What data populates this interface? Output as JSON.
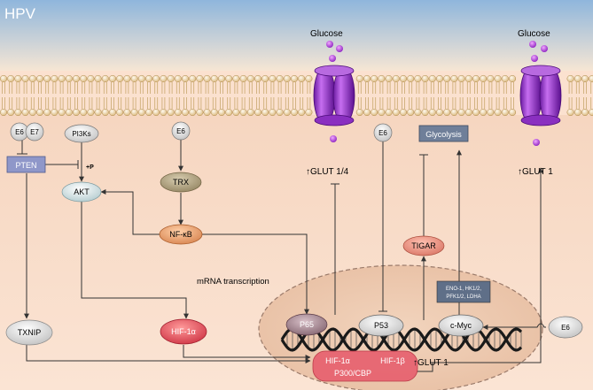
{
  "title": "HPV",
  "glucose": [
    "Glucose",
    "Glucose"
  ],
  "labels": {
    "glut14": "↑GLUT 1/4",
    "glut1_top": "↑GLUT 1",
    "glut1_nucleus": "↑GLUT 1",
    "mrna": "mRNA transcription",
    "plus_p": "+P",
    "enzymes_line1": "ENO-1, HK1/2,",
    "enzymes_line2": "PFK1/2, LDHA"
  },
  "nodes": {
    "e6_a": "E6",
    "e7": "E7",
    "pi3ks": "PI3Ks",
    "e6_b": "E6",
    "e6_c": "E6",
    "e6_d": "E6",
    "pten": "PTEN",
    "akt": "AKT",
    "trx": "TRX",
    "nfkb": "NF-κB",
    "glycolysis": "Glycolysis",
    "tigar": "TIGAR",
    "txnip": "TXNIP",
    "hif1a": "HIF-1α",
    "p65": "P65",
    "p53": "P53",
    "cmyc": "c-Myc",
    "hif1a_n": "HIF-1α",
    "hif1b_n": "HIF-1β",
    "p300": "P300/CBP"
  },
  "colors": {
    "outside_top": "#8fb6dc",
    "outside_bottom": "#f6e7d8",
    "cytoplasm": "#fbe1cf",
    "lipid_head": "#f1d9a8",
    "transporter": "#9a2fd1",
    "glucose": "#9a2ec8",
    "pten_box": "#8f97c9",
    "glycolysis_box": "#6f7f99",
    "trx": "#9e9070",
    "nfkb": "#e0905a",
    "tigar": "#e08070",
    "hif": "#e05060",
    "nucleus": "#f0cdb4"
  }
}
